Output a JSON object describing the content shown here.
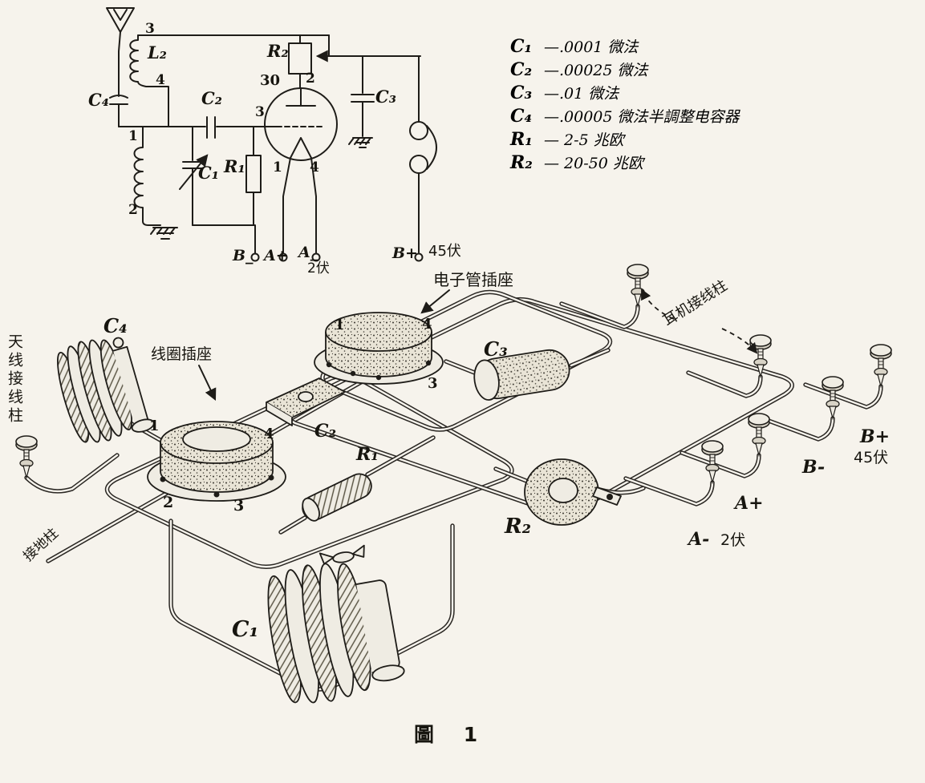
{
  "figure": {
    "caption": "圖 1",
    "ink_color": "#1e1c18",
    "paper_color": "#f6f3ec"
  },
  "legend": {
    "items": [
      {
        "ref": "C₁",
        "value": "—.0001 微法"
      },
      {
        "ref": "C₂",
        "value": "—.00025 微法"
      },
      {
        "ref": "C₃",
        "value": "—.01 微法"
      },
      {
        "ref": "C₄",
        "value": "—.00005 微法半調整电容器"
      },
      {
        "ref": "R₁",
        "value": "— 2-5 兆欧"
      },
      {
        "ref": "R₂",
        "value": "— 20-50 兆欧"
      }
    ]
  },
  "schematic": {
    "tube_type": "30",
    "l2": "L₂",
    "c4": "C₄",
    "c2": "C₂",
    "c1": "C₁",
    "c3": "C₃",
    "r1": "R₁",
    "r2": "R₂",
    "pin3_top": "3",
    "pin4_top": "4",
    "pin2_plate": "2",
    "pin3_grid": "3",
    "pin1_fil": "1",
    "pin4_fil": "4",
    "coil_pin1": "1",
    "coil_pin2": "2",
    "b_minus": "B_",
    "a_plus": "A+",
    "a_minus": "A_",
    "a_minus_volts": "2伏",
    "b_plus": "B+",
    "b_plus_volts": "45伏"
  },
  "pictorial": {
    "tube_socket_label": "电子管插座",
    "coil_socket_label": "线圈插座",
    "antenna_post_label": "天线接线柱",
    "ground_post_label": "接地柱",
    "phone_posts_label": "耳机接线柱",
    "c1": "C₁",
    "c2": "C₂",
    "c3": "C₃",
    "c4": "C₄",
    "r1": "R₁",
    "r2": "R₂",
    "tube_pin1": "1",
    "tube_pin4": "4",
    "tube_pin3": "3",
    "coil_pin1": "1",
    "coil_pin4": "4",
    "coil_pin2": "2",
    "coil_pin3": "3",
    "a_minus": "A-",
    "a_minus_volts": "2伏",
    "a_plus": "A+",
    "b_minus": "B-",
    "b_plus": "B+",
    "b_plus_volts": "45伏"
  }
}
